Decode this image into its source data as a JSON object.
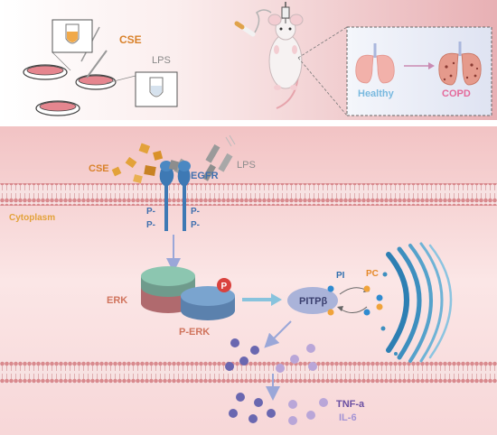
{
  "top_panel": {
    "cse_label": "CSE",
    "lps_label": "LPS",
    "healthy_label": "Healthy",
    "copd_label": "COPD"
  },
  "bottom_panel": {
    "cse_label": "CSE",
    "lps_label": "LPS",
    "egfr_label": "EGFR",
    "phospho_labels": [
      "P-",
      "P-",
      "P-",
      "P-"
    ],
    "cytoplasm_label": "Cytoplasm",
    "erk_label": "ERK",
    "p_erk_label": "P-ERK",
    "p_badge": "P",
    "pitp_label": "PITPβ",
    "pi_label": "PI",
    "pc_label": "PC",
    "tnf_label": "TNF-a",
    "il6_label": "IL-6"
  },
  "colors": {
    "membrane": "#d9868a",
    "receptor": "#3e79b4",
    "cse_particle": "#e3a23a",
    "lps_particle": "#9a9a9a",
    "erk_green": "#8cc6b0",
    "erk_dark": "#b06a6e",
    "perk_blue": "#7aa4cf",
    "pitp": "#aab3d9",
    "cytokine_dark": "#6a67b0",
    "cytokine_light": "#b9a6d8",
    "golgi": "#3d8fbf",
    "label_orange": "#d9822b",
    "label_erk": "#d0745d",
    "label_egfr": "#3f6fae",
    "healthy_text": "#79b9df",
    "copd_text": "#e46a9b"
  }
}
